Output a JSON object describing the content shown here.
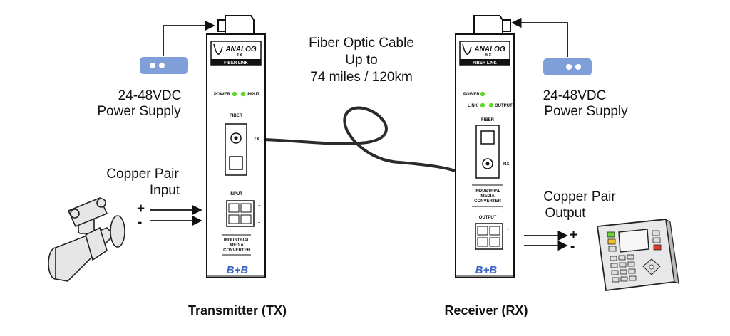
{
  "cable": {
    "line1": "Fiber Optic Cable",
    "line2": "Up to",
    "line3": "74 miles / 120km"
  },
  "tx": {
    "caption": "Transmitter (TX)",
    "power_label": "24-48VDC",
    "power_label2": "Power Supply",
    "input_label1": "Copper Pair",
    "input_label2": "Input",
    "plus": "+",
    "minus": "-",
    "badge_top": "ANALOG",
    "badge_sub": "TX",
    "badge_bottom": "FIBER LINK",
    "led_power": "POWER",
    "led_input": "INPUT",
    "fiber": "FIBER",
    "port": "TX",
    "io": "INPUT",
    "term_plus": "+",
    "term_minus": "–",
    "footer1": "INDUSTRIAL",
    "footer2": "MEDIA",
    "footer3": "CONVERTER",
    "logo": "B+B"
  },
  "rx": {
    "caption": "Receiver (RX)",
    "power_label": "24-48VDC",
    "power_label2": "Power Supply",
    "output_label1": "Copper Pair",
    "output_label2": "Output",
    "plus": "+",
    "minus": "-",
    "badge_top": "ANALOG",
    "badge_sub": "RX",
    "badge_bottom": "FIBER LINK",
    "led_power": "POWER",
    "led_link": "LINK",
    "led_output": "OUTPUT",
    "fiber": "FIBER",
    "port": "RX",
    "footer1": "INDUSTRIAL",
    "footer2": "MEDIA",
    "footer3": "CONVERTER",
    "io": "OUTPUT",
    "term_plus": "+",
    "term_minus": "–",
    "logo": "B+B"
  },
  "colors": {
    "led": "#5fd52e",
    "psu": "#7f9fd9",
    "cable": "#2b2b2b"
  }
}
